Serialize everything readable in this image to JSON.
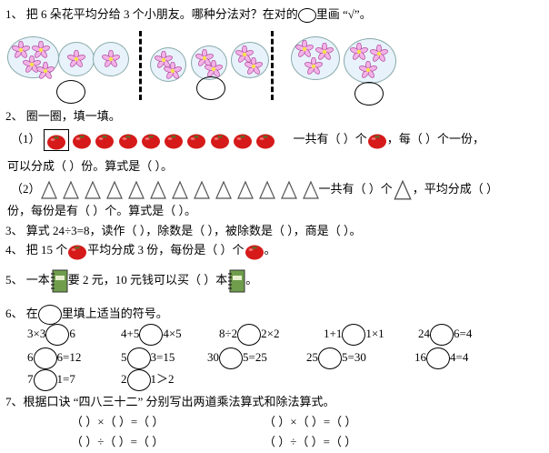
{
  "q1": {
    "num": "1、",
    "text_a": "把 6 朵花平均分给 3 个小朋友。哪种分法对？在对的",
    "text_b": "里画 “√”。"
  },
  "q2": {
    "header": "2、 圈一圈，填一填。",
    "s1_label": "（1）",
    "s1_a": "一共有（    ）个",
    "s1_b": "，每（    ）个一份，",
    "s1_line2": "可以分成（    ）份。算式是（                              ）。",
    "s2_label": "（2）",
    "s2_a": "一共有（    ）个",
    "s2_b": "，平均分成（    ）",
    "s2_line2": "份，每份是有（    ）个。算式是（                            ）。"
  },
  "q3": {
    "text": "3、   算式 24÷3=8，读作（                    ），除数是（      ），被除数是（      ），商是（      ）。"
  },
  "q4": {
    "text_a": "4、   把 15 个",
    "text_b": "平均分成 3 份，每份是（        ）个",
    "text_c": "。"
  },
  "q5": {
    "text_a": "5、   一本",
    "text_b": "要 2 元，10 元钱可以买（      ）本",
    "text_c": "。"
  },
  "q6": {
    "text_a": "6、   在",
    "text_b": "里填上适当的符号。",
    "items": [
      {
        "a": "3×3",
        "b": "6"
      },
      {
        "a": "4+5",
        "b": "4×5"
      },
      {
        "a": "8÷2",
        "b": "2×2"
      },
      {
        "a": "1+1",
        "b": "1×1"
      },
      {
        "a": "24",
        "b": "6=4"
      },
      {
        "a": "6",
        "b": "6=12"
      },
      {
        "a": "5",
        "b": "3=15"
      },
      {
        "a": "30",
        "b": "5=25"
      },
      {
        "a": "25",
        "b": "5=30"
      },
      {
        "a": "16",
        "b": "4=4"
      },
      {
        "a": "7",
        "b": "1=7"
      },
      {
        "a": "2",
        "b": "1＞2"
      }
    ]
  },
  "q7": {
    "text": "7、根据口诀 “四八三十二” 分别写出两道乘法算式和除法算式。",
    "mul1": "（      ）×（      ）=（      ）",
    "mul2": "（      ）×（      ）=（      ）",
    "div1": "（      ）÷（      ）=（      ）",
    "div2": "（      ）÷（      ）=（      ）"
  },
  "icons": {
    "flower": "lotus-flower-icon",
    "tomato": "tomato-icon",
    "triangle": "triangle-icon",
    "book": "notebook-icon"
  },
  "colors": {
    "flower": "#f0a8e0",
    "group_fill": "#e8f2fb",
    "tomato": "#d81818",
    "book": "#6a9a4a"
  }
}
